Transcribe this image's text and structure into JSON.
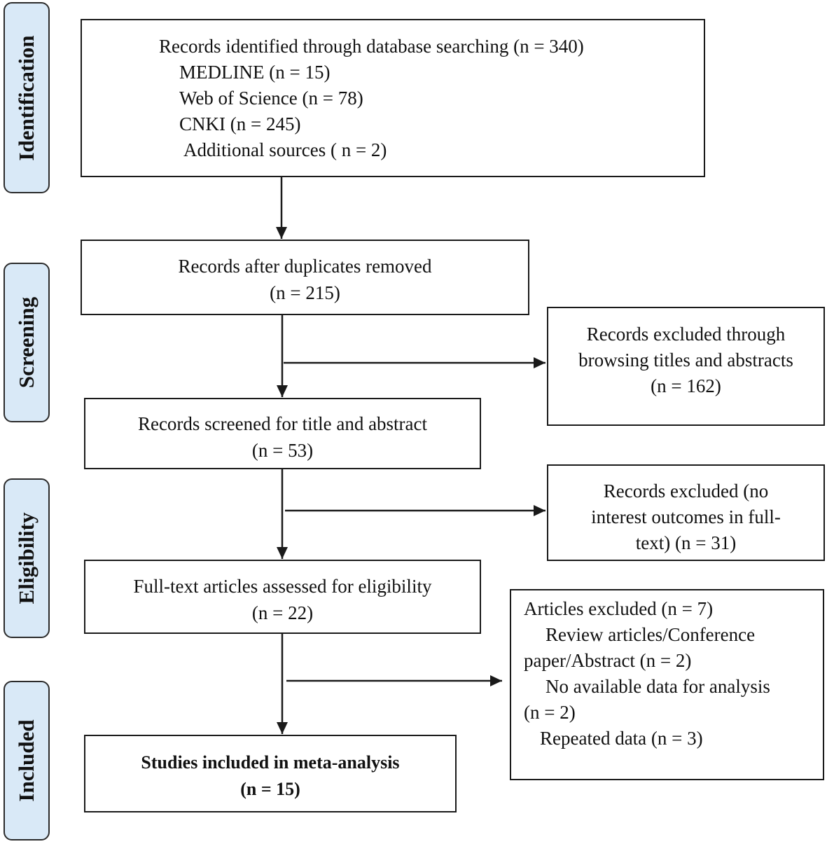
{
  "stages": [
    {
      "label": "Identification"
    },
    {
      "label": "Screening"
    },
    {
      "label": "Eligibility"
    },
    {
      "label": "Included"
    }
  ],
  "identification_box": {
    "title": "Records identified through database searching (n = 340)",
    "lines": [
      "MEDLINE (n = 15)",
      "Web of Science (n = 78)",
      "CNKI (n = 245)",
      "Additional sources ( n = 2)"
    ]
  },
  "duplicates_box": {
    "line1": "Records after duplicates removed",
    "line2": "(n = 215)"
  },
  "excluded_titles_box": {
    "line1": "Records excluded through",
    "line2": "browsing titles and abstracts",
    "line3": "(n = 162)"
  },
  "screened_box": {
    "line1": "Records screened for title and abstract",
    "line2": "(n = 53)"
  },
  "excluded_fulltext_box": {
    "line1": "Records excluded (no",
    "line2": "interest outcomes in full-",
    "line3": "text) (n = 31)"
  },
  "fulltext_box": {
    "line1": "Full-text articles assessed for eligibility",
    "line2": "(n = 22)"
  },
  "articles_excluded_box": {
    "line1": "Articles excluded (n = 7)",
    "line2": "Review articles/Conference",
    "line3": "paper/Abstract (n = 2)",
    "line4": "No available data for analysis",
    "line5": "(n = 2)",
    "line6": "Repeated data (n = 3)"
  },
  "included_box": {
    "line1": "Studies included  in  meta-analysis",
    "line2": "(n = 15)"
  },
  "colors": {
    "stage_fill": "#d9e9f7",
    "stroke": "#1a1a1a"
  }
}
